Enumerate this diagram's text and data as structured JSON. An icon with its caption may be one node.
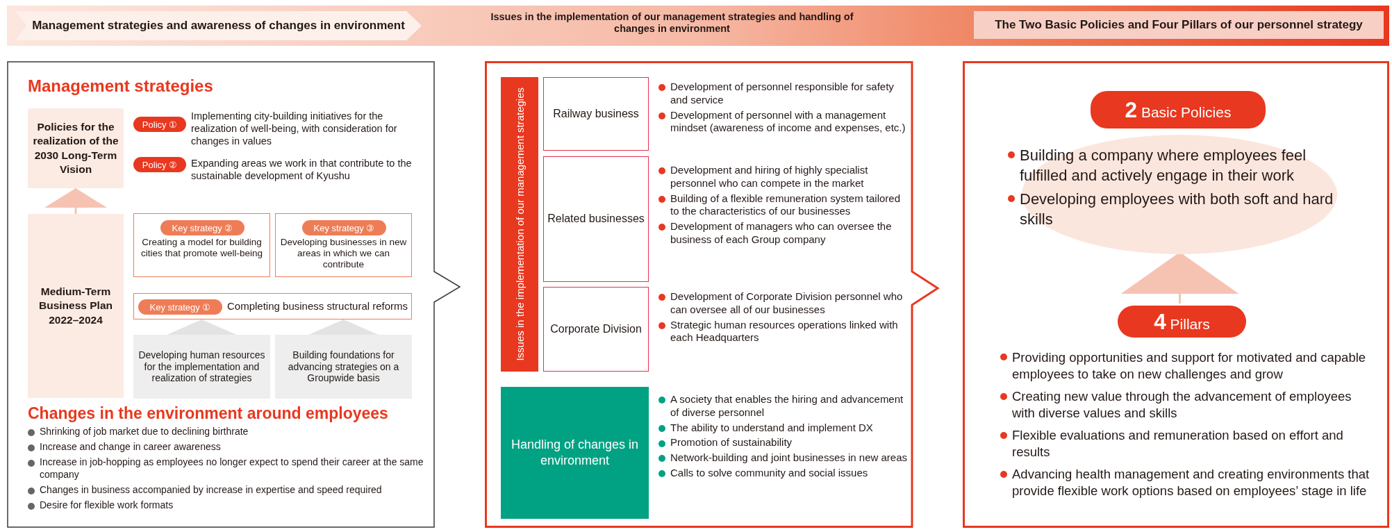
{
  "diagram": {
    "nodes": [
      {
        "text": [
          "Issues in the implementation of our management strategies and handling of changes in environment"
        ]
      },
      {
        "text": [
          "Management strategies and awareness of changes in environment"
        ],
        "in": 0
      },
      {
        "text": [
          "The Two Basic Policies and Four Pillars of our personnel strategy"
        ],
        "in": 0
      },
      {
        "text": [
          "Management strategies",
          "Changes in the environment around employees",
          "Shrinking of job market due to declining birthrate",
          "Increase and change in career awareness",
          "Increase in job-hopping as employees no longer expect to spend their career at the same company",
          "Changes in business accompanied by increase in expertise and speed required",
          "Desire for flexible work formats"
        ]
      },
      {
        "text": [
          "Policies for the realization of the 2030 Long-Term Vision"
        ],
        "in": 3
      },
      {
        "text": [
          "Policy ①"
        ],
        "in": 3,
        "beside": [
          "Implementing city-building initiatives for the realization of well-being, with consideration for changes in values"
        ]
      },
      {
        "text": [
          "Policy ②"
        ],
        "in": 3,
        "beside": [
          "Expanding areas we work in that contribute to the sustainable development of Kyushu"
        ]
      },
      {
        "text": [
          "Medium-Term Business Plan 2022–2024"
        ],
        "in": 3
      },
      {
        "text": [
          "Creating a model for building cities that promote well-being"
        ],
        "in": 3
      },
      {
        "text": [
          "Key strategy ②"
        ],
        "in": 8
      },
      {
        "text": [
          "Developing businesses in new areas in which we can contribute"
        ],
        "in": 3
      },
      {
        "text": [
          "Key strategy ③"
        ],
        "in": 10
      },
      {
        "text": [
          "Completing business structural reforms"
        ],
        "in": 3
      },
      {
        "text": [
          "Key strategy ①"
        ],
        "in": 12
      },
      {
        "text": [
          "Developing human resources for the implementation and realization of strategies"
        ],
        "in": 3
      },
      {
        "text": [
          "Building foundations for advancing strategies on a Groupwide basis"
        ],
        "in": 3
      },
      {
        "text": [],
        "shape": "box"
      },
      {
        "text": [
          "Issues in the implementation of our management strategies"
        ],
        "in": 16
      },
      {
        "text": [
          "Railway business"
        ],
        "in": 16,
        "beside": [
          "Development of personnel responsible for safety and service",
          "Development of personnel with a management mindset (awareness of income and expenses, etc.)"
        ]
      },
      {
        "text": [
          "Related businesses"
        ],
        "in": 16,
        "beside": [
          "Development and hiring of highly specialist personnel who can compete in the market",
          "Building of a flexible remuneration system tailored to the characteristics of our businesses",
          "Development of managers who can oversee the business of each Group company"
        ]
      },
      {
        "text": [
          "Corporate Division"
        ],
        "in": 16,
        "beside": [
          "Development of Corporate Division personnel who can oversee all of our businesses",
          "Strategic human resources operations linked with each Headquarters"
        ]
      },
      {
        "text": [
          "Handling of changes in environment"
        ],
        "in": 16,
        "beside": [
          "A society that enables the hiring and advancement of diverse personnel",
          "The ability to understand and implement DX",
          "Promotion of sustainability",
          "Network-building and joint businesses in new areas",
          "Calls to solve community and social issues"
        ]
      },
      {
        "text": [],
        "shape": "box"
      },
      {
        "text": [
          "2 Basic Policies"
        ],
        "in": 22
      },
      {
        "text": [
          "Building a company where employees feel fulfilled and actively engage in their work",
          "Developing employees with both soft and hard skills"
        ],
        "in": 22
      },
      {
        "text": [
          "4 Pillars"
        ],
        "in": 22
      }
    ],
    "edges": [
      {
        "from": 7,
        "to": 4,
        "arrow": "to"
      },
      {
        "from": 14,
        "to": 12,
        "arrow": "to",
        "color": "#e3e3e3"
      },
      {
        "from": 15,
        "to": 12,
        "arrow": "to",
        "color": "#e3e3e3"
      },
      {
        "from": 25,
        "to": 24,
        "arrow": "to"
      }
    ],
    "labels": [
      "Providing opportunities and support for motivated and capable employees to take on new challenges and grow",
      "Creating new value through the advancement of employees with diverse values and skills",
      "Flexible evaluations and remuneration based on effort and results",
      "Advancing health management and creating environments that provide flexible work options based on employees’ stage in life"
    ]
  }
}
